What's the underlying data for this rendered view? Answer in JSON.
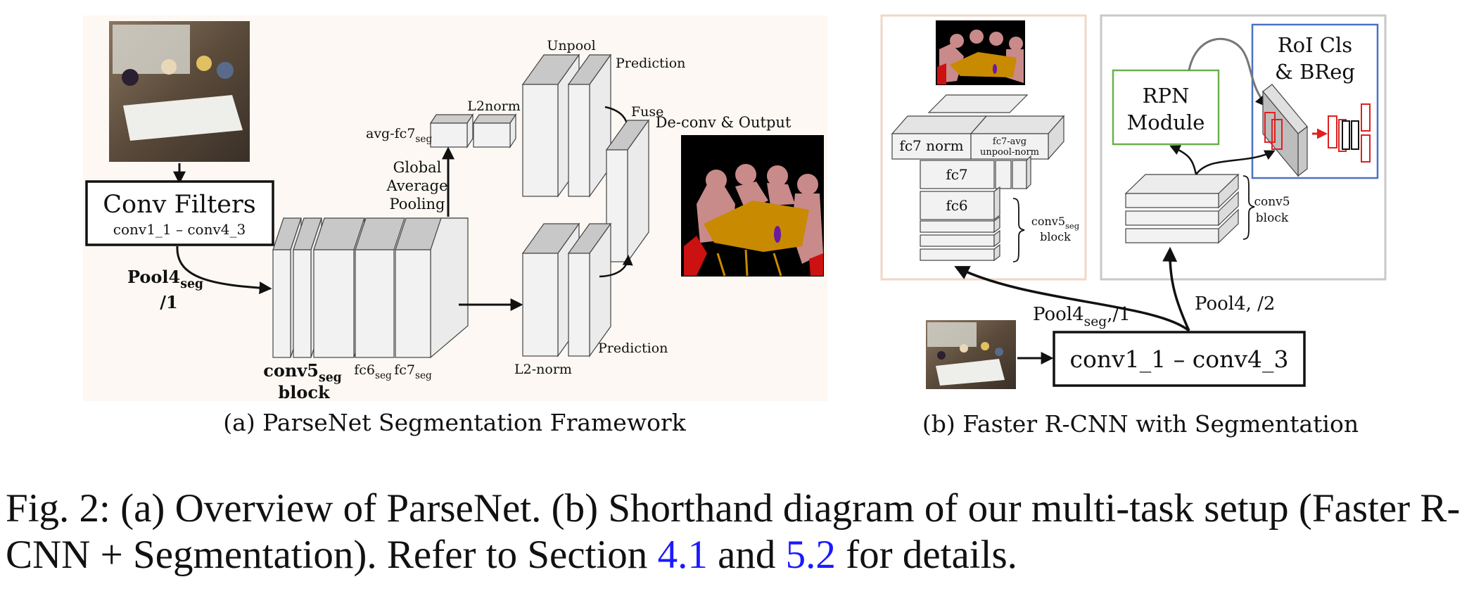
{
  "panel_a": {
    "conv_filters_title": "Conv Filters",
    "conv_filters_range": "conv1_1 – conv4_3",
    "pool4_main": "Pool4",
    "pool4_sub": "seg",
    "pool4_div": "/1",
    "conv5_main": "conv5",
    "conv5_sub": "seg",
    "conv5_block": "block",
    "fc6_main": "fc6",
    "fc6_sub": "seg",
    "fc7_main": "fc7",
    "fc7_sub": "seg",
    "gap_line1": "Global",
    "gap_line2": "Average",
    "gap_line3": "Pooling",
    "avgfc7_main": "avg-fc7",
    "avgfc7_sub": "seg",
    "l2norm_top": "L2norm",
    "unpool": "Unpool",
    "prediction_top": "Prediction",
    "fuse": "Fuse",
    "l2norm_bottom": "L2-norm",
    "prediction_bottom": "Prediction",
    "deconv_output": "De-conv & Output",
    "caption": "(a) ParseNet Segmentation Framework"
  },
  "panel_b": {
    "fc7_norm": "fc7 norm",
    "fc7_avg_line1": "fc7-avg",
    "fc7_avg_line2": "unpool-norm",
    "fc7": "fc7",
    "fc6": "fc6",
    "conv5seg_main": "conv5",
    "conv5seg_sub": "seg",
    "conv5seg_block": "block",
    "rpn_line1": "RPN",
    "rpn_line2": "Module",
    "roi_line1": "RoI Cls",
    "roi_line2": "& BReg",
    "conv5_line1": "conv5",
    "conv5_line2": "block",
    "pool4seg_main": "Pool4",
    "pool4seg_sub": "seg",
    "pool4seg_div": ",/1",
    "pool4_half": "Pool4, /2",
    "conv_range": "conv1_1 – conv4_3",
    "caption": "(b) Faster R-CNN with Segmentation"
  },
  "figure_caption": {
    "part1": "Fig. 2: (a) Overview of ParseNet. (b) Shorthand diagram of our multi-task setup (Faster R-CNN + Segmentation). Refer to Section ",
    "link1": "4.1",
    "part2": " and ",
    "link2": "5.2",
    "part3": " for details."
  },
  "colors": {
    "panel_a_bg": "#fdf8f3",
    "panel_b_left_border": "#f2d6c6",
    "panel_b_right_border": "#c8c8c8",
    "rpn_border": "#6ab04c",
    "roi_border": "#4a72c4",
    "roi_accent": "#e02020",
    "link": "#1a1aff",
    "seg_background": "#000000",
    "seg_person": "#c98a8a",
    "seg_table": "#c88a00",
    "seg_chair": "#cc1111"
  }
}
